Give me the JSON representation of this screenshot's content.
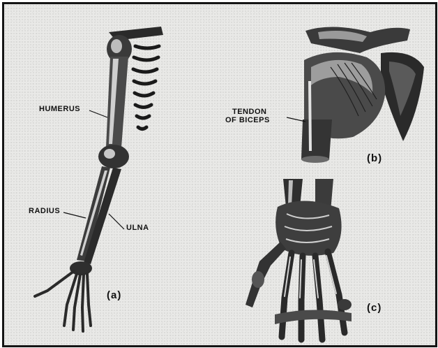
{
  "figure": {
    "labels": {
      "humerus": "HUMERUS",
      "radius": "RADIUS",
      "ulna": "ULNA",
      "tendon_line1": "TENDON",
      "tendon_line2": "OF BICEPS"
    },
    "panels": {
      "a": "(a)",
      "b": "(b)",
      "c": "(c)"
    }
  }
}
